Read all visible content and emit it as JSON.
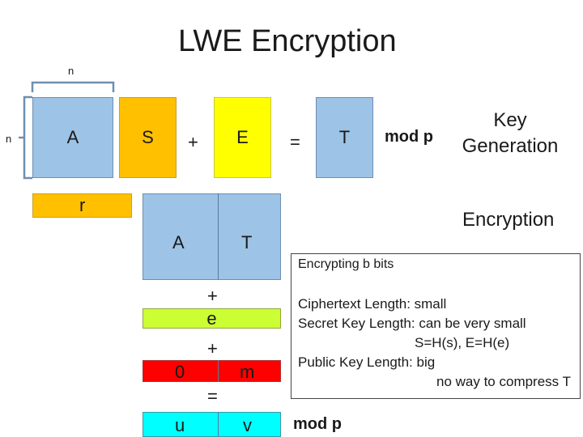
{
  "title": "LWE Encryption",
  "dims": {
    "n_top": "n",
    "n_left": "n"
  },
  "keygen": {
    "A": "A",
    "S": "S",
    "plus": "+",
    "E": "E",
    "equals": "=",
    "T": "T",
    "mod": "mod p",
    "label": "Key Generation"
  },
  "encryption": {
    "label": "Encryption",
    "r": "r",
    "A": "A",
    "T": "T",
    "plus1": "+",
    "e": "e",
    "plus2": "+",
    "zero": "0",
    "m": "m",
    "equals": "=",
    "u": "u",
    "v": "v",
    "mod": "mod p"
  },
  "notes": {
    "heading": "Encrypting b bits",
    "lines": [
      "Ciphertext Length: small",
      "Secret Key Length: can be very small",
      "S=H(s), E=H(e)",
      "Public Key Length:  big",
      "no way to compress T"
    ]
  }
}
